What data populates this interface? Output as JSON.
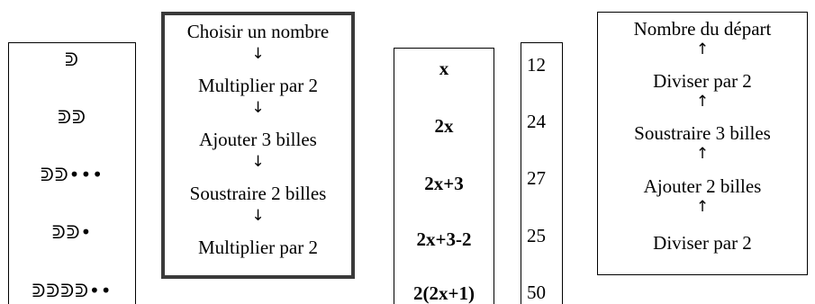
{
  "symbols_column": {
    "rows": [
      "ᕲ",
      "ᕲᕲ",
      "ᕲᕲ•••",
      "ᕲᕲ•",
      "ᕲᕲᕲᕲ••"
    ]
  },
  "forward_steps": {
    "steps": [
      "Choisir un nombre",
      "Multiplier par 2",
      "Ajouter 3 billes",
      "Soustraire 2 billes",
      "Multiplier par 2"
    ],
    "arrow": "↓"
  },
  "algebra_column": {
    "rows": [
      "x",
      "2x",
      "2x+3",
      "2x+3-2",
      "2(2x+1)"
    ]
  },
  "values_column": {
    "rows": [
      "12",
      "24",
      "27",
      "25",
      "50"
    ]
  },
  "reverse_steps": {
    "steps": [
      "Nombre du départ",
      "Diviser par 2",
      "Soustraire 3 billes",
      "Ajouter 2 billes",
      "Diviser par 2"
    ],
    "arrow": "↑"
  }
}
